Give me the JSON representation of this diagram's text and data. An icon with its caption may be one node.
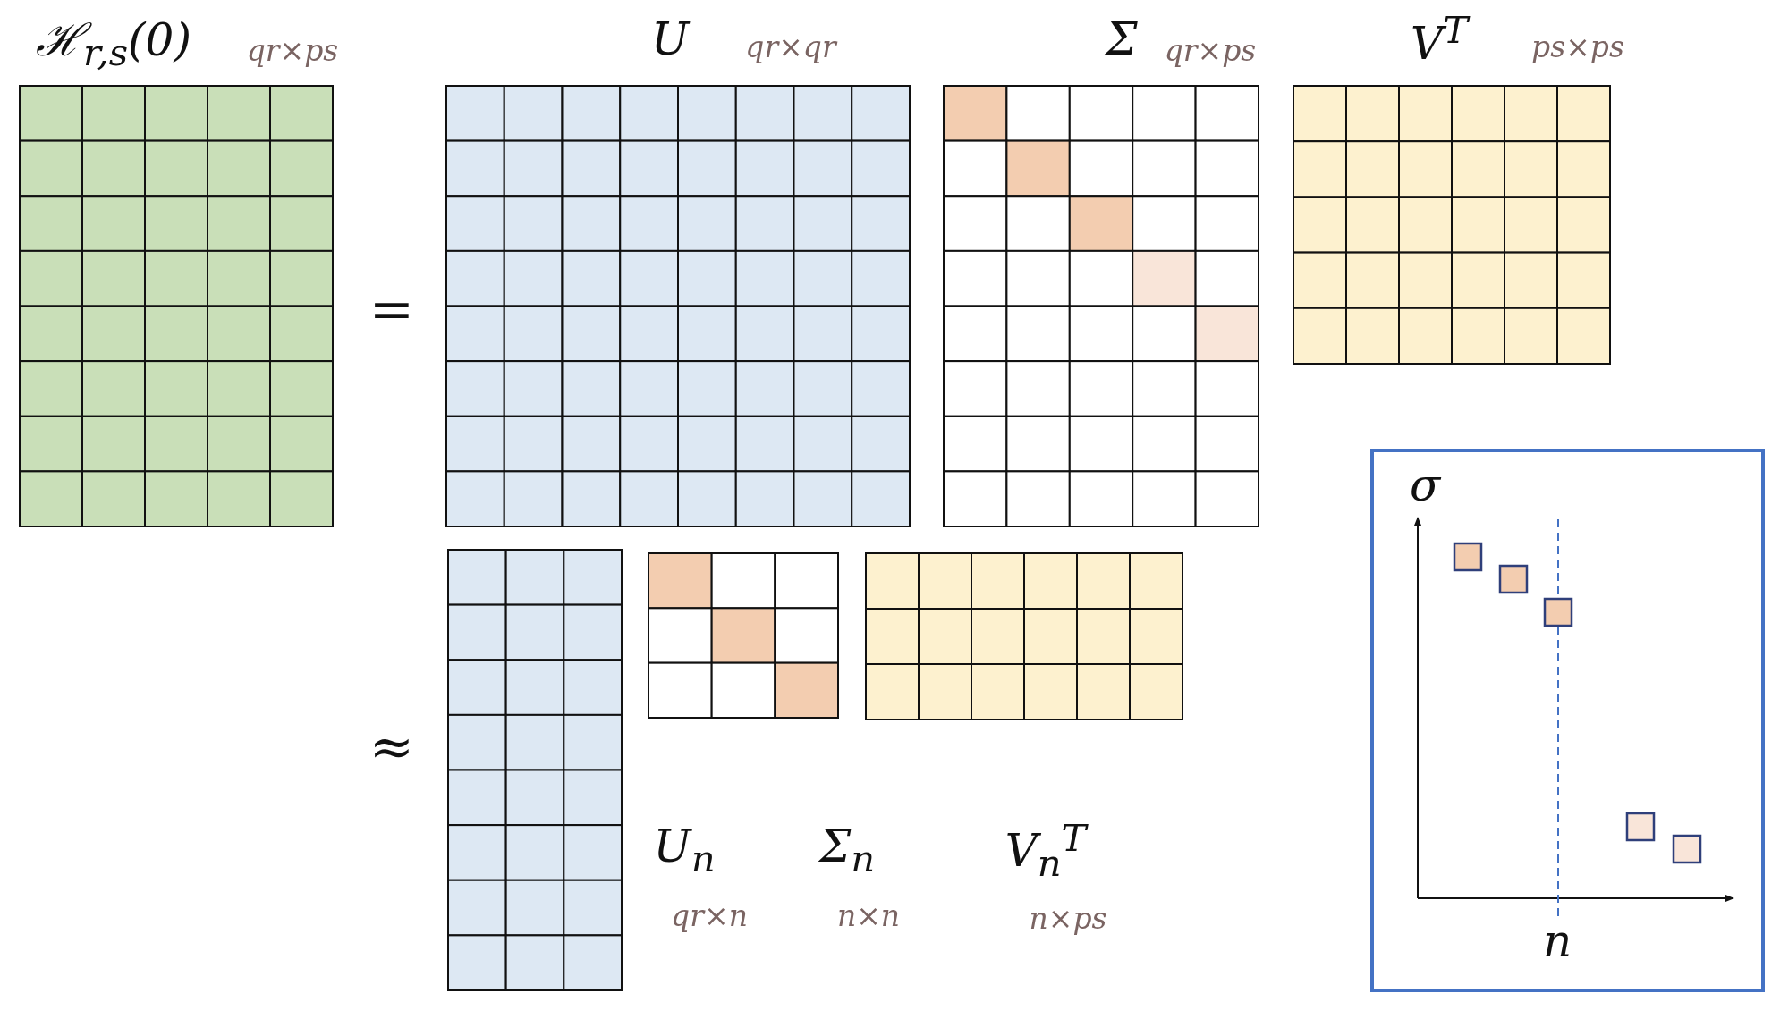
{
  "diagram": {
    "labels": [
      "ℋ$_{r,s}$(0)",
      "qr×ps",
      "U",
      "qr×qr",
      "Σ",
      "qr×ps",
      "V$^{T}$",
      "ps×ps",
      "=",
      "≈",
      "U$_{n}$",
      "Σ$_{n}$",
      "V$_{n}$$^{T}$",
      "qr×n",
      "n×n",
      "n×ps",
      "σ",
      "n"
    ]
  }
}
